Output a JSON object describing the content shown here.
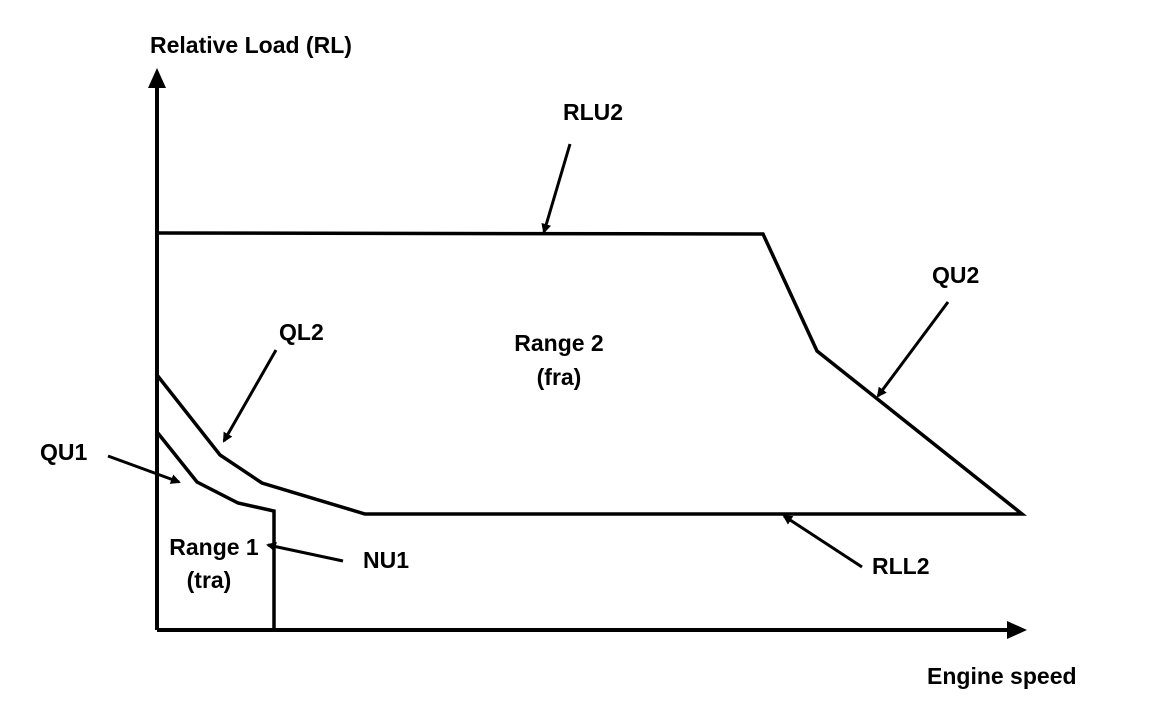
{
  "axes": {
    "y_label": "Relative Load (RL)",
    "x_label": "Engine speed"
  },
  "ranges": {
    "range2_line1": "Range 2",
    "range2_line2": "(fra)",
    "range1_line1": "Range 1",
    "range1_line2": "(tra)"
  },
  "callouts": {
    "rlu2": "RLU2",
    "qu2": "QU2",
    "ql2": "QL2",
    "qu1": "QU1",
    "nu1": "NU1",
    "rll2": "RLL2"
  },
  "colors": {
    "ink": "#000000",
    "background": "#ffffff"
  }
}
